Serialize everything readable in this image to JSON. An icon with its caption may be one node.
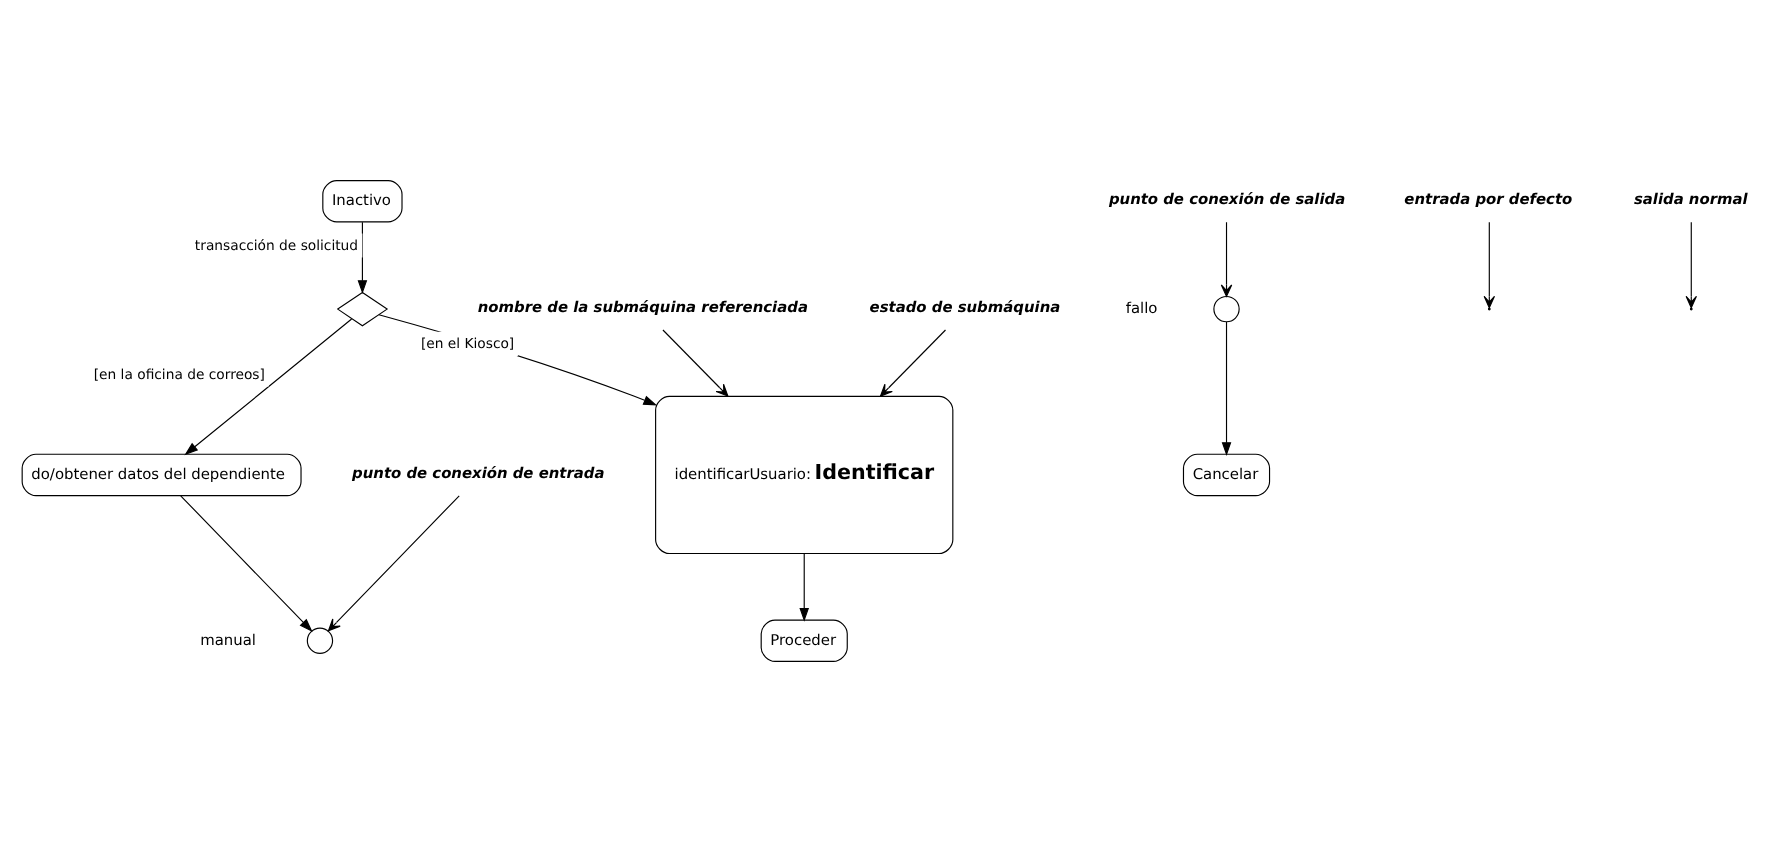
{
  "diagram": {
    "nodes": [
      {
        "text": [
          "Inactivo"
        ]
      },
      {
        "text": [],
        "shape": "diamond"
      },
      {
        "text": [
          "do/obtener datos del dependiente"
        ]
      },
      {
        "text": [
          "identificarUsuario:**Identificar**"
        ]
      },
      {
        "text": [],
        "shape": "circle",
        "beside": [
          "manual"
        ]
      },
      {
        "text": [],
        "shape": "circle",
        "beside": [
          "fallo"
        ]
      },
      {
        "text": [
          "Proceder"
        ]
      },
      {
        "text": [
          "Cancelar"
        ]
      },
      {
        "text": [
          "entrada por defecto"
        ]
      },
      {
        "text": [
          "nombre de la submáquina referenciada"
        ]
      },
      {
        "text": [
          "estado de submáquina"
        ]
      },
      {
        "text": [
          "salida normal"
        ]
      },
      {
        "text": [
          "punto de conexión de entrada"
        ]
      },
      {
        "text": [
          "punto de conexión de salida"
        ]
      }
    ],
    "edges": [
      {
        "from": 0,
        "to": 1,
        "arrow": "to",
        "label": "transacción de solicitud"
      },
      {
        "from": 1,
        "to": 3,
        "arrow": "to",
        "label": "[en el Kiosco]"
      },
      {
        "from": 1,
        "to": 2,
        "arrow": "to",
        "label": "[en la oficina de correos]"
      },
      {
        "from": 2,
        "to": 4,
        "arrow": "to"
      },
      {
        "from": 3,
        "to": 6,
        "arrow": "to"
      },
      {
        "from": 5,
        "to": 7,
        "arrow": "to"
      },
      {
        "from": 8,
        "to": null,
        "arrow": "to"
      },
      {
        "from": 9,
        "to": 3,
        "arrow": "to"
      },
      {
        "from": 10,
        "to": 3,
        "arrow": "to"
      },
      {
        "from": 11,
        "to": null,
        "arrow": "to"
      },
      {
        "from": 12,
        "to": 4,
        "arrow": "to"
      },
      {
        "from": 13,
        "to": 5,
        "arrow": "to"
      }
    ]
  }
}
